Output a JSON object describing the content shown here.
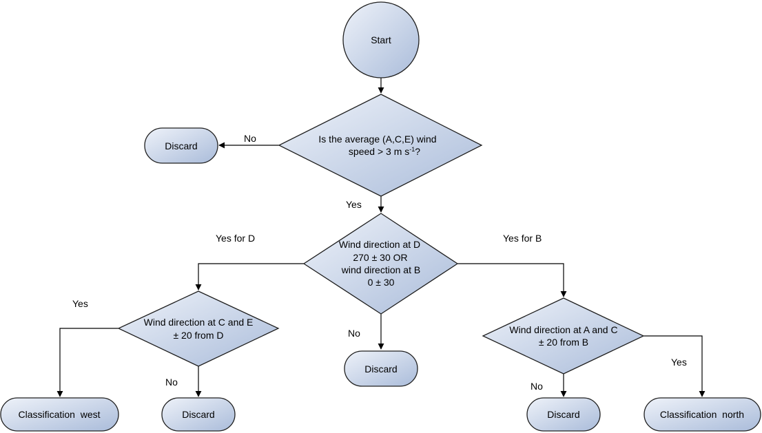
{
  "colors": {
    "node_fill_light": "#eef2f9",
    "node_fill_dark": "#aabcda",
    "stroke": "#1f1f1f",
    "text": "#000000"
  },
  "nodes": {
    "start": {
      "label": "Start"
    },
    "q_speed": {
      "line1": "Is the average (A,C,E) wind",
      "line2_prefix": "speed > 3 m s",
      "line2_sup": "-1",
      "line2_suffix": "?"
    },
    "discard_speed": {
      "label": "Discard"
    },
    "q_direction": {
      "lines": [
        "Wind direction at D",
        "270 ± 30 OR",
        "wind direction at B",
        "0 ± 30"
      ]
    },
    "discard_direction": {
      "label": "Discard"
    },
    "q_west": {
      "lines": [
        "Wind direction at C and E",
        "± 20 from D"
      ]
    },
    "q_north": {
      "lines": [
        "Wind direction at A and C",
        "± 20 from B"
      ]
    },
    "class_west": {
      "label": "Classification  west"
    },
    "discard_west": {
      "label": "Discard"
    },
    "discard_north": {
      "label": "Discard"
    },
    "class_north": {
      "label": "Classification  north"
    }
  },
  "edge_labels": {
    "speed_no": "No",
    "speed_yes": "Yes",
    "dir_yes_d": "Yes for D",
    "dir_yes_b": "Yes for B",
    "dir_no": "No",
    "west_yes": "Yes",
    "west_no": "No",
    "north_no": "No",
    "north_yes": "Yes"
  }
}
